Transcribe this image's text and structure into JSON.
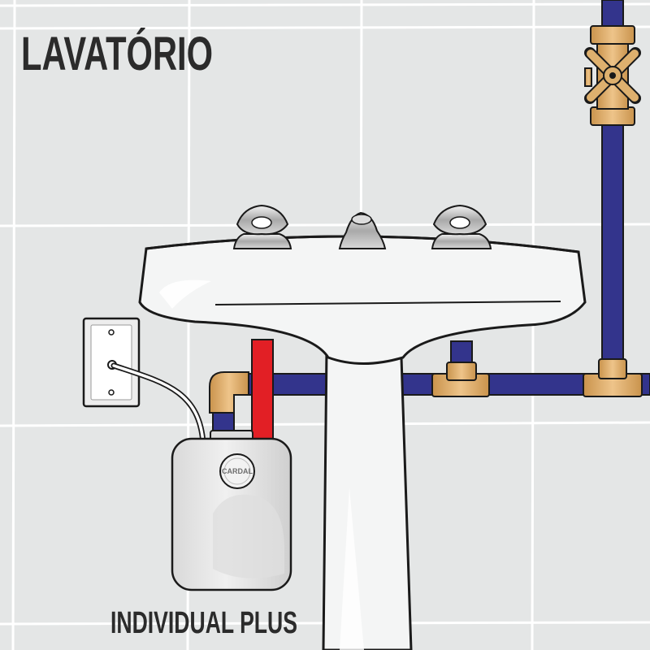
{
  "title": "LAVATÓRIO",
  "heater": {
    "brand": "CARDAL",
    "model": "INDIVIDUAL PLUS"
  },
  "colors": {
    "wall": "#e4e6e6",
    "tile_grout": "#ffffff",
    "cold_pipe": "#33348c",
    "hot_pipe": "#e21f25",
    "brass_fitting": "#deb06e",
    "outline": "#1a1a1a",
    "porcelain": "#f4f5f5",
    "heater_body": "#e8e8e8"
  },
  "icons": [
    "gate-valve-icon",
    "faucet-handle-icon",
    "spout-icon",
    "wall-outlet-icon"
  ]
}
